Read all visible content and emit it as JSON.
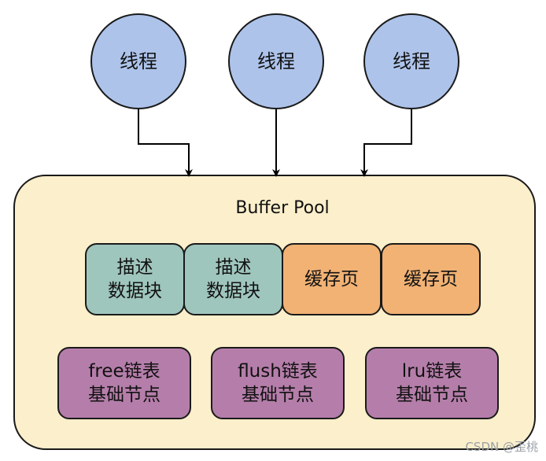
{
  "threads": [
    {
      "label": "线程"
    },
    {
      "label": "线程"
    },
    {
      "label": "线程"
    }
  ],
  "buffer_pool": {
    "title": "Buffer Pool",
    "blocks": [
      {
        "label": "描述\n数据块",
        "kind": "descriptor"
      },
      {
        "label": "描述\n数据块",
        "kind": "descriptor"
      },
      {
        "label": "缓存页",
        "kind": "cache-page"
      },
      {
        "label": "缓存页",
        "kind": "cache-page"
      }
    ],
    "nodes": [
      {
        "label": "free链表\n基础节点"
      },
      {
        "label": "flush链表\n基础节点"
      },
      {
        "label": "lru链表\n基础节点"
      }
    ]
  },
  "watermark": "CSDN @歪桃",
  "colors": {
    "thread_fill": "#adc3ea",
    "pool_fill": "#fcefcb",
    "descriptor_fill": "#9fc6bd",
    "cache_page_fill": "#f1b274",
    "node_fill": "#b57eaa",
    "stroke": "#1a1a1a"
  }
}
